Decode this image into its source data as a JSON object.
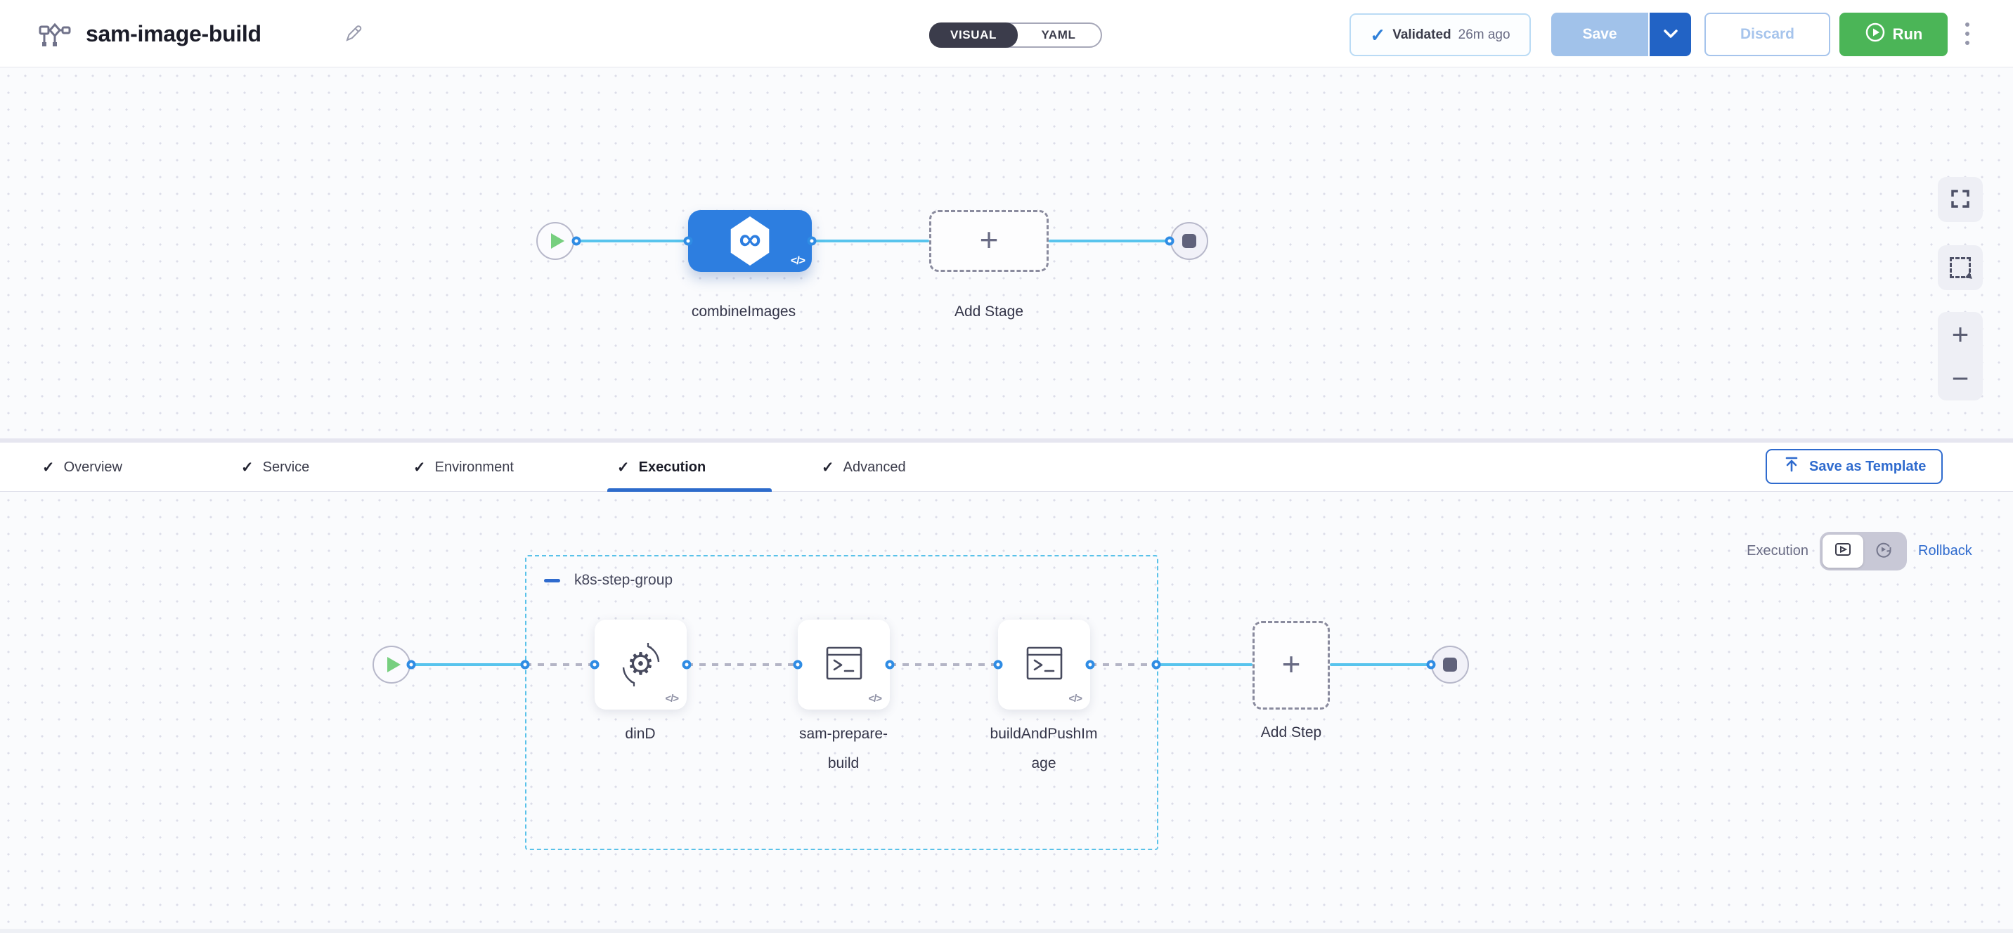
{
  "header": {
    "title": "sam-image-build",
    "mode_toggle": {
      "visual": "VISUAL",
      "yaml": "YAML"
    },
    "validated_badge": {
      "label": "Validated",
      "time": "26m ago"
    },
    "save_button": "Save",
    "discard_button": "Discard",
    "run_button": "Run"
  },
  "stage_canvas": {
    "stage_label": "combineImages",
    "add_stage_label": "Add Stage",
    "code_badge": "</>"
  },
  "tab_bar": {
    "tabs": [
      {
        "label": "Overview"
      },
      {
        "label": "Service"
      },
      {
        "label": "Environment"
      },
      {
        "label": "Execution"
      },
      {
        "label": "Advanced"
      }
    ],
    "save_as_template_button": "Save as Template"
  },
  "execution_canvas": {
    "mode_label": "Execution",
    "rollback_link": "Rollback",
    "step_group": {
      "label": "k8s-step-group"
    },
    "steps": [
      {
        "label": "dinD"
      },
      {
        "label": "sam-prepare-build"
      },
      {
        "label": "buildAndPushImage"
      }
    ],
    "add_step_label": "Add Step",
    "code_badge": "</>"
  },
  "icons": {
    "check": "✓",
    "plus": "+",
    "infinity": "∞",
    "gear": "⚙"
  },
  "colors": {
    "stage_blue": "#2d7ee0",
    "connector_blue": "#58c4ed",
    "port_blue": "#2f8ce4",
    "group_border": "#5ac2e9",
    "run_green": "#4bb557",
    "accent_blue": "#2f6bce",
    "dark_text": "#1b1c28",
    "muted_text": "#696b84"
  }
}
